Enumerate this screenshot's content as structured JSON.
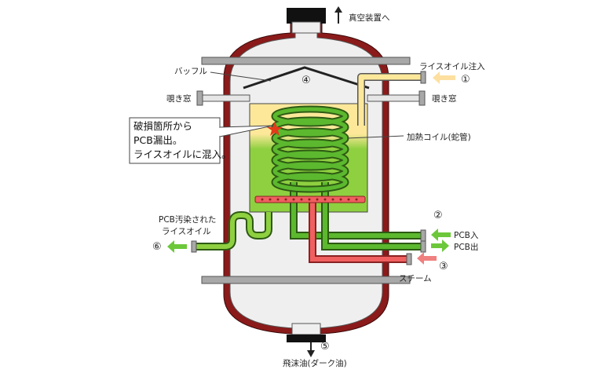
{
  "labels": {
    "vacuum": "真空装置へ",
    "rice_oil_inlet": "ライスオイル注入",
    "baffle": "バッフル",
    "sight_glass_left": "覗き窓",
    "sight_glass_right": "覗き窓",
    "heating_coil": "加熱コイル(蛇管)",
    "pcb_in": "PCB入",
    "pcb_out": "PCB出",
    "steam": "スチーム",
    "contaminated_oil_1": "PCB汚染された",
    "contaminated_oil_2": "ライスオイル",
    "scum_oil": "飛沫油(ダーク油)"
  },
  "callout": {
    "line1": "破損箇所から",
    "line2": "PCB漏出。",
    "line3": "ライスオイルに混入。"
  },
  "numbers": {
    "n1": "①",
    "n2": "②",
    "n3": "③",
    "n4": "④",
    "n5": "⑤",
    "n6": "⑥"
  },
  "colors": {
    "vessel_shell": "#8b1a1a",
    "oil_yellow": "#fde89a",
    "mixed_green": "#8ed040",
    "coil_green": "#5cb82e",
    "steam_red": "#f06060",
    "flange_gray": "#a8a8a8",
    "arrow_green": "#6cc83a",
    "arrow_cream": "#fde0a0",
    "arrow_pink": "#f08080"
  }
}
